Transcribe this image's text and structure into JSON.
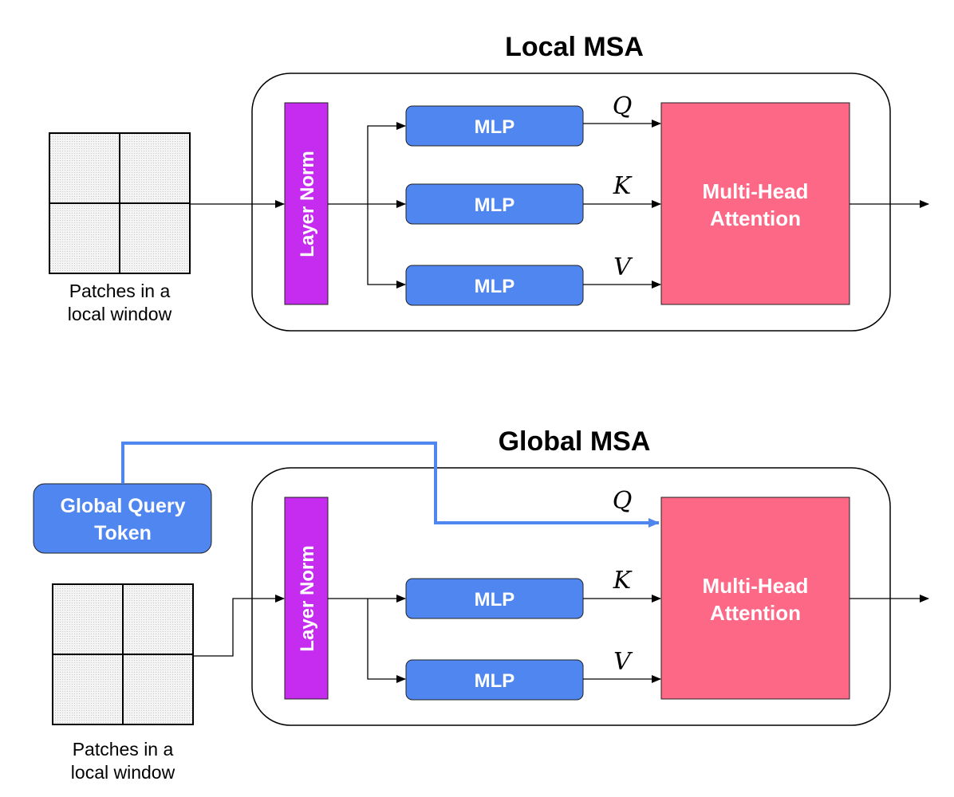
{
  "local": {
    "title": "Local MSA",
    "caption_line1": "Patches in a",
    "caption_line2": "local window",
    "layer_norm": "Layer Norm",
    "mlp_q": "MLP",
    "mlp_k": "MLP",
    "mlp_v": "MLP",
    "q_label": "Q",
    "k_label": "K",
    "v_label": "V",
    "mha_line1": "Multi-Head",
    "mha_line2": "Attention"
  },
  "global": {
    "title": "Global MSA",
    "query_token_line1": "Global Query",
    "query_token_line2": "Token",
    "caption_line1": "Patches in a",
    "caption_line2": "local window",
    "layer_norm": "Layer Norm",
    "mlp_k": "MLP",
    "mlp_v": "MLP",
    "q_label": "Q",
    "k_label": "K",
    "v_label": "V",
    "mha_line1": "Multi-Head",
    "mha_line2": "Attention"
  },
  "colors": {
    "mlp": "#4f86f0",
    "mha": "#fd6886",
    "layer_norm": "#c52cf0",
    "query_token": "#4f86f0",
    "patch_fill": "#f2f2f2"
  }
}
